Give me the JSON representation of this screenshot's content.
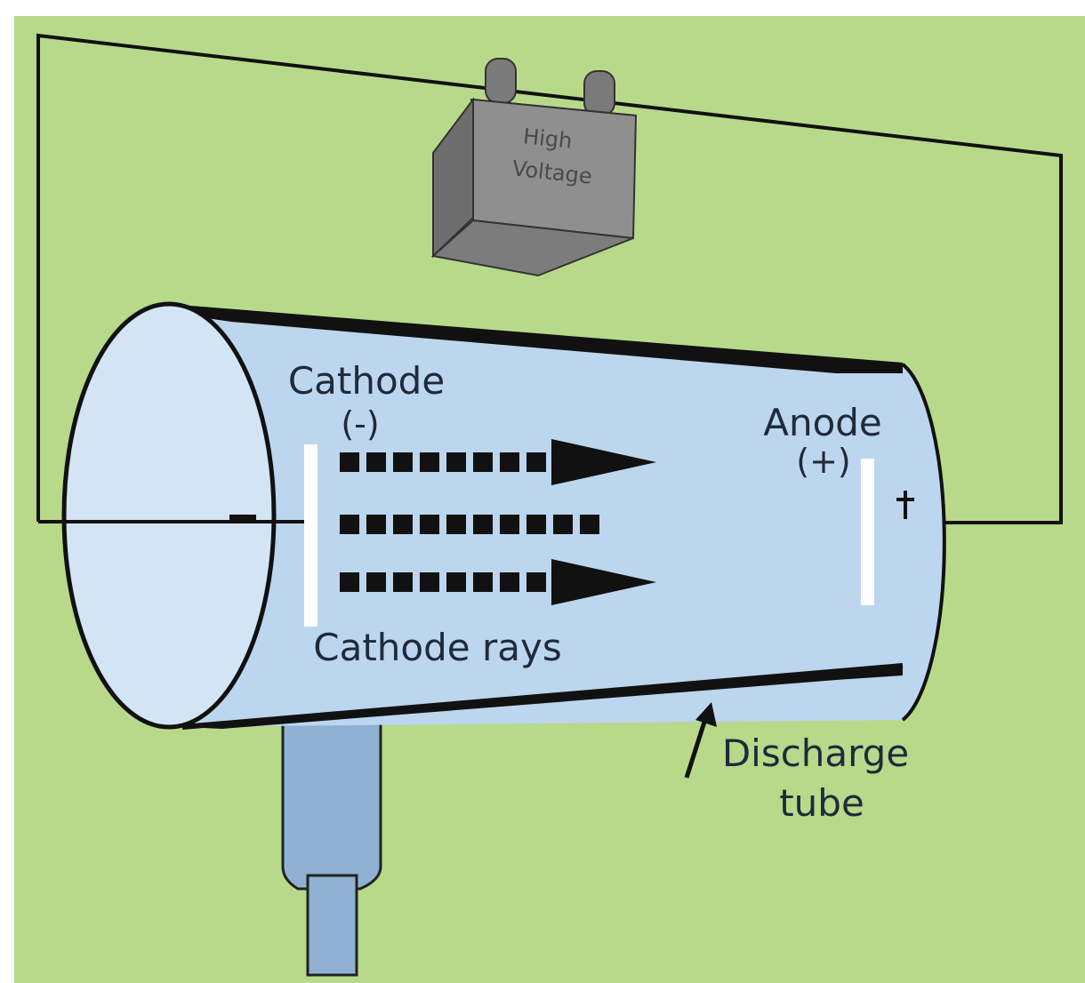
{
  "diagram": {
    "supply_label_line1": "High",
    "supply_label_line2": "Voltage",
    "cathode_label": "Cathode",
    "cathode_sign": "(-)",
    "anode_label": "Anode",
    "anode_sign": "(+)",
    "rays_label": "Cathode rays",
    "tube_label_line1": "Discharge",
    "tube_label_line2": "tube"
  },
  "colors": {
    "background": "#b8d98a",
    "tube_fill": "#bcd6ef",
    "tube_end": "#d3e4f5",
    "supply_box": "#8f8f8f",
    "wire": "#111111",
    "electrode": "#ffffff",
    "pump_pipe": "#8fb1d3"
  }
}
